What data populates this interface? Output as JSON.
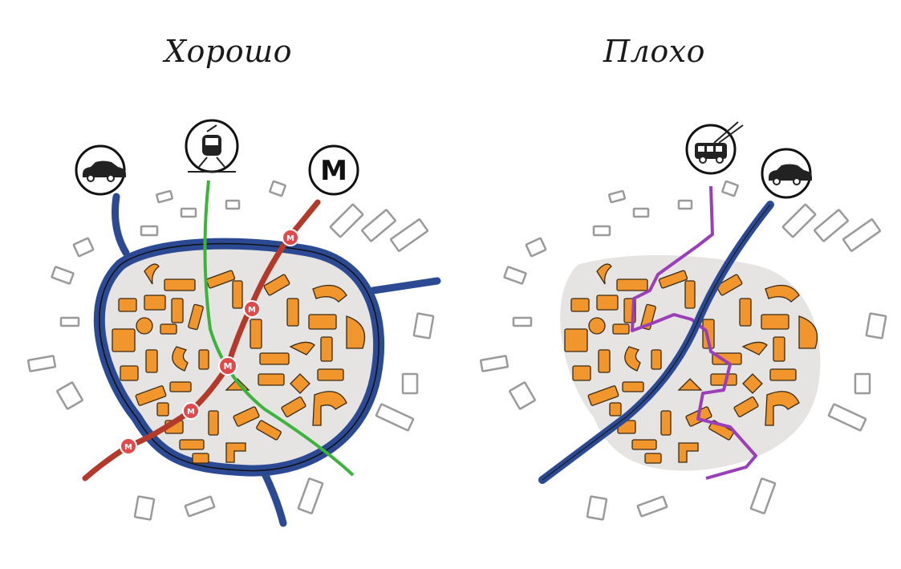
{
  "panels": {
    "good": {
      "title": "Хорошо"
    },
    "bad": {
      "title": "Плохо"
    }
  },
  "legend": {
    "metro_letter": "М",
    "station_letter": "М"
  },
  "colors": {
    "road": "#2c4a93",
    "metro": "#b33a2a",
    "tram": "#3cb43c",
    "trolleybus": "#9b3fb8",
    "block": "#f0962d",
    "district": "#e6e3e3",
    "station": "#e04a4a",
    "outline": "#111111"
  },
  "icons": {
    "good": [
      "car-icon",
      "tram-icon",
      "metro-icon"
    ],
    "bad": [
      "trolleybus-icon",
      "car-icon"
    ]
  }
}
